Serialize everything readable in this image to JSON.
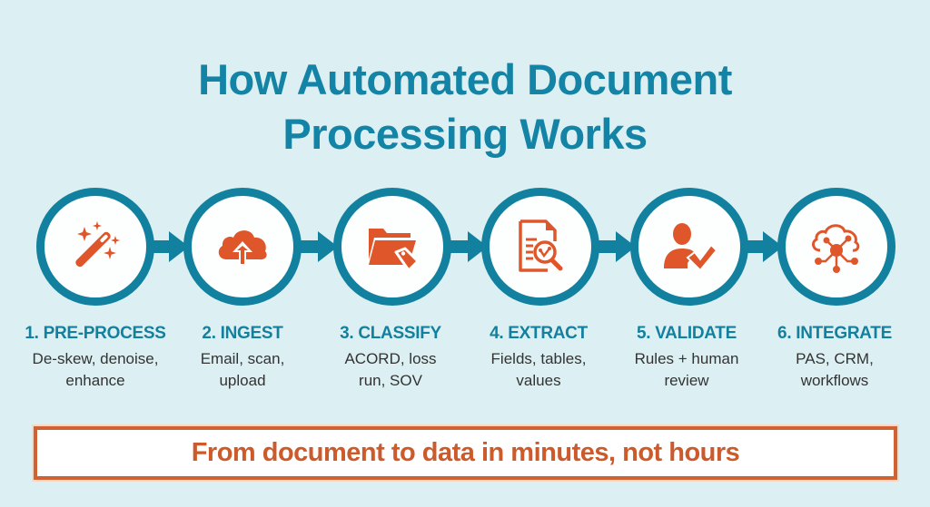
{
  "title": {
    "line1": "How Automated Document",
    "line2": "Processing Works"
  },
  "colors": {
    "background": "#dcf0f3",
    "primary": "#12819f",
    "accent": "#e0562b",
    "text": "#333333"
  },
  "steps": [
    {
      "label": "1. PRE-PROCESS",
      "desc_line1": "De-skew, denoise,",
      "desc_line2": "enhance",
      "icon": "magic-wand-icon"
    },
    {
      "label": "2. INGEST",
      "desc_line1": "Email, scan,",
      "desc_line2": "upload",
      "icon": "cloud-upload-icon"
    },
    {
      "label": "3. CLASSIFY",
      "desc_line1": "ACORD, loss",
      "desc_line2": "run, SOV",
      "icon": "folder-tag-icon"
    },
    {
      "label": "4. EXTRACT",
      "desc_line1": "Fields, tables,",
      "desc_line2": "values",
      "icon": "document-search-icon"
    },
    {
      "label": "5. VALIDATE",
      "desc_line1": "Rules + human",
      "desc_line2": "review",
      "icon": "user-check-icon"
    },
    {
      "label": "6. INTEGRATE",
      "desc_line1": "PAS, CRM,",
      "desc_line2": "workflows",
      "icon": "cloud-network-icon"
    }
  ],
  "banner": {
    "text": "From document to data in minutes, not hours"
  }
}
